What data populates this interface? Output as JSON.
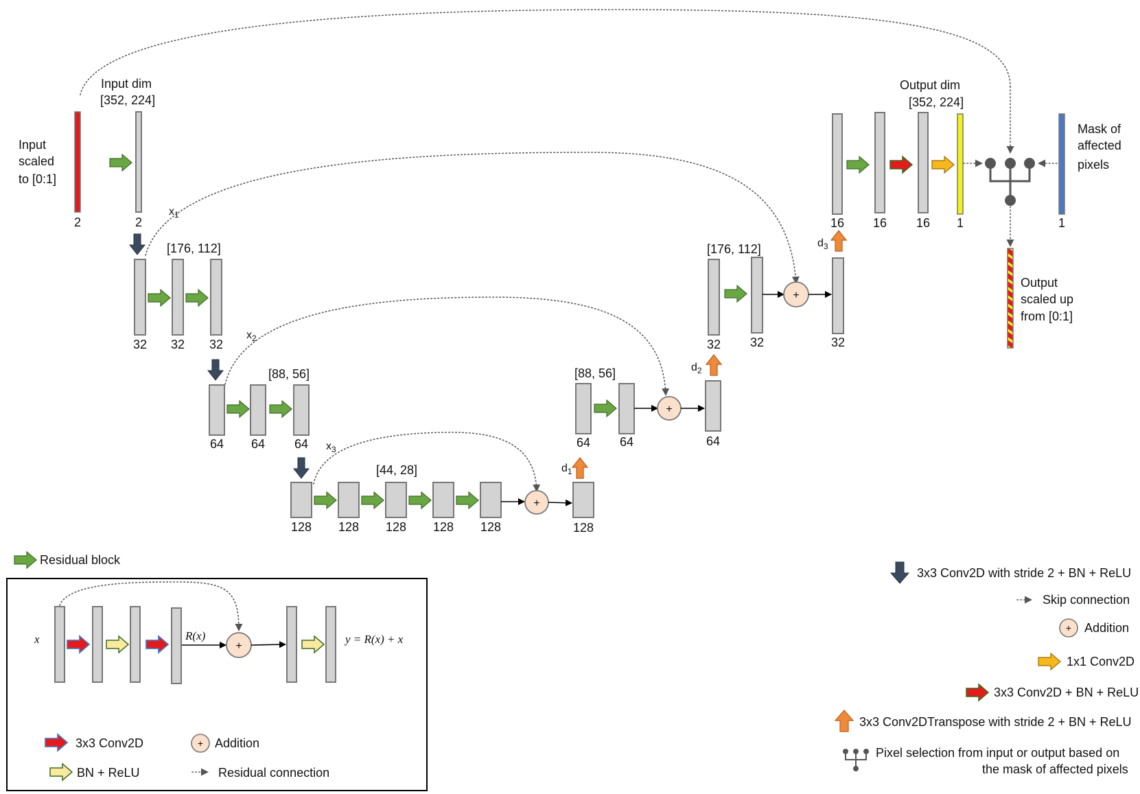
{
  "colors": {
    "tensor_fill": "#d3d3d3",
    "input_fill": "#e31b1b",
    "output_fill": "#f2f21a",
    "mask_fill": "#4a78c2",
    "residual_arrow": "#6aa744",
    "downsample_arrow": "#3b4a5e",
    "conv_bn_relu_arrow": "#e31b1b",
    "upsample_arrow": "#ee8a3a",
    "conv1x1_arrow": "#f6b81a",
    "bn_relu_arrow": "#faeaa0",
    "addition_fill": "#fbe0cc"
  },
  "labels": {
    "input_text": [
      "Input",
      "scaled",
      "to [0:1]"
    ],
    "input_dim": [
      "Input dim",
      "[352, 224]"
    ],
    "output_dim": [
      "Output dim",
      "[352, 224]"
    ],
    "mask_text": [
      "Mask of",
      "affected",
      "pixels"
    ],
    "output_scaled": [
      "Output",
      "scaled up",
      "from [0:1]"
    ],
    "dims": {
      "d176_enc": "[176, 112]",
      "d88_enc": "[88, 56]",
      "d44": "[44, 28]",
      "d88_dec": "[88, 56]",
      "d176_dec": "[176, 112]"
    },
    "skips": {
      "x1": "x",
      "x1_sub": "1",
      "x2": "x",
      "x2_sub": "2",
      "x3": "x",
      "x3_sub": "3"
    },
    "ups": {
      "d1": "d",
      "d1_sub": "1",
      "d2": "d",
      "d2_sub": "2",
      "d3": "d",
      "d3_sub": "3"
    },
    "channels": {
      "in_red": "2",
      "in_gray": "2",
      "e1a": "32",
      "e1b": "32",
      "e1c": "32",
      "e2a": "64",
      "e2b": "64",
      "e2c": "64",
      "b1": "128",
      "b2": "128",
      "b3": "128",
      "b4": "128",
      "b5": "128",
      "b6": "128",
      "dc1a": "64",
      "dc1b": "64",
      "dc1c": "64",
      "dc2a": "32",
      "dc2b": "32",
      "dc2c": "32",
      "o1": "16",
      "o2": "16",
      "o3": "16",
      "o4": "1",
      "mask": "1"
    },
    "add_symbol": "+"
  },
  "residual_box": {
    "x_label": "x",
    "rx_label": "R(x)",
    "y_label": "y = R(x) + x"
  },
  "legend_left": {
    "residual_block": "Residual block",
    "conv2d": "3x3 Conv2D",
    "bn_relu": "BN + ReLU",
    "addition": "Addition",
    "residual_connection": "Residual connection"
  },
  "legend_right": {
    "downsample": "3x3 Conv2D with stride 2 + BN + ReLU",
    "skip": "Skip connection",
    "addition": "Addition",
    "conv1x1": "1x1 Conv2D",
    "conv_bn_relu": "3x3 Conv2D + BN + ReLU",
    "transpose": "3x3 Conv2DTranspose with stride 2 + BN + ReLU",
    "pixel_selection_1": "Pixel selection from input or output based on",
    "pixel_selection_2": "the mask of affected pixels"
  }
}
